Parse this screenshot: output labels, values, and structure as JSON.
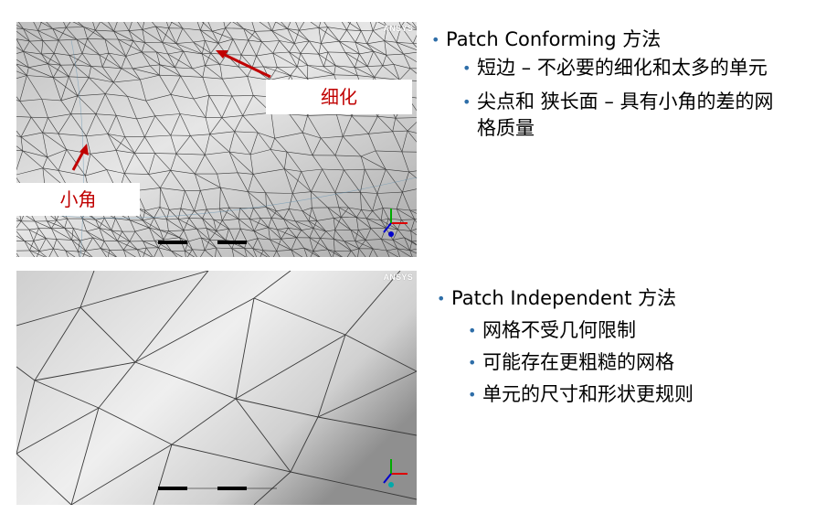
{
  "top_image": {
    "logo": "ANSYS",
    "label_refinement": "细化",
    "label_small_angle": "小角"
  },
  "bottom_image": {
    "logo": "ANSYS"
  },
  "top_section": {
    "heading_en": "Patch Conforming",
    "heading_zh": " 方法",
    "items": [
      "短边 – 不必要的细化和太多的单元",
      "尖点和 狭长面 – 具有小角的差的网格质量"
    ]
  },
  "bottom_section": {
    "heading_en": "Patch Independent",
    "heading_zh": " 方法",
    "items": [
      "网格不受几何限制",
      "可能存在更粗糙的网格",
      "单元的尺寸和形状更规则"
    ]
  },
  "colors": {
    "bullet": "#2e6ea8",
    "annotation_red": "#c00000",
    "mesh_background": "#c8c8c8",
    "mesh_line": "#3a3a3a"
  }
}
